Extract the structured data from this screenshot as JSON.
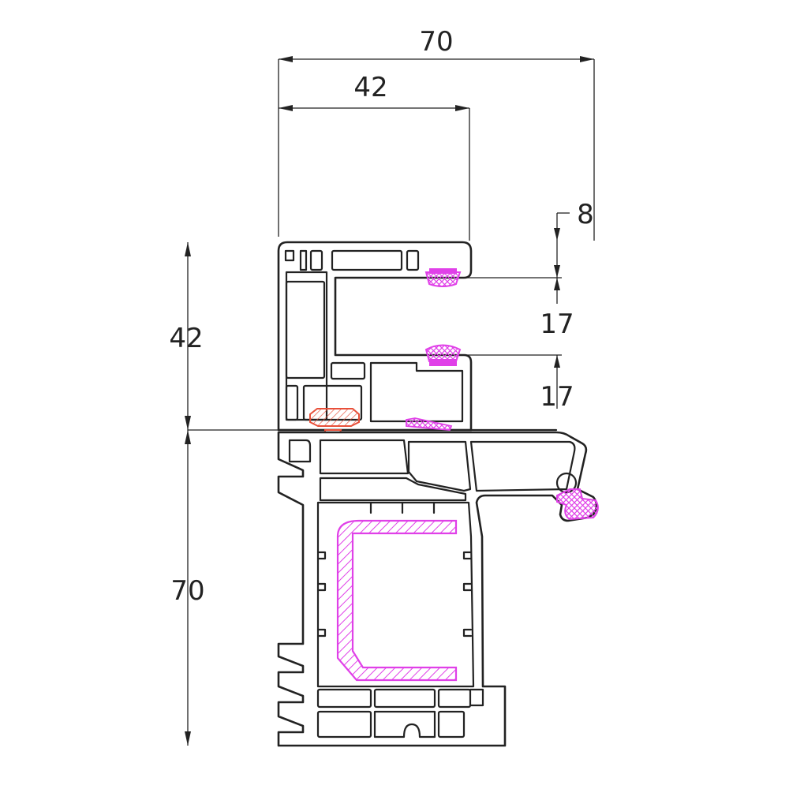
{
  "dimensions": {
    "total_width": "70",
    "sash_width": "42",
    "gap_top": "8",
    "gasket_spacing_1": "17",
    "gasket_spacing_2": "17",
    "sash_height": "42",
    "frame_height": "70"
  },
  "colors": {
    "line": "#222222",
    "gasket": "#e040e8",
    "screw": "#e8503a",
    "background": "#ffffff"
  }
}
